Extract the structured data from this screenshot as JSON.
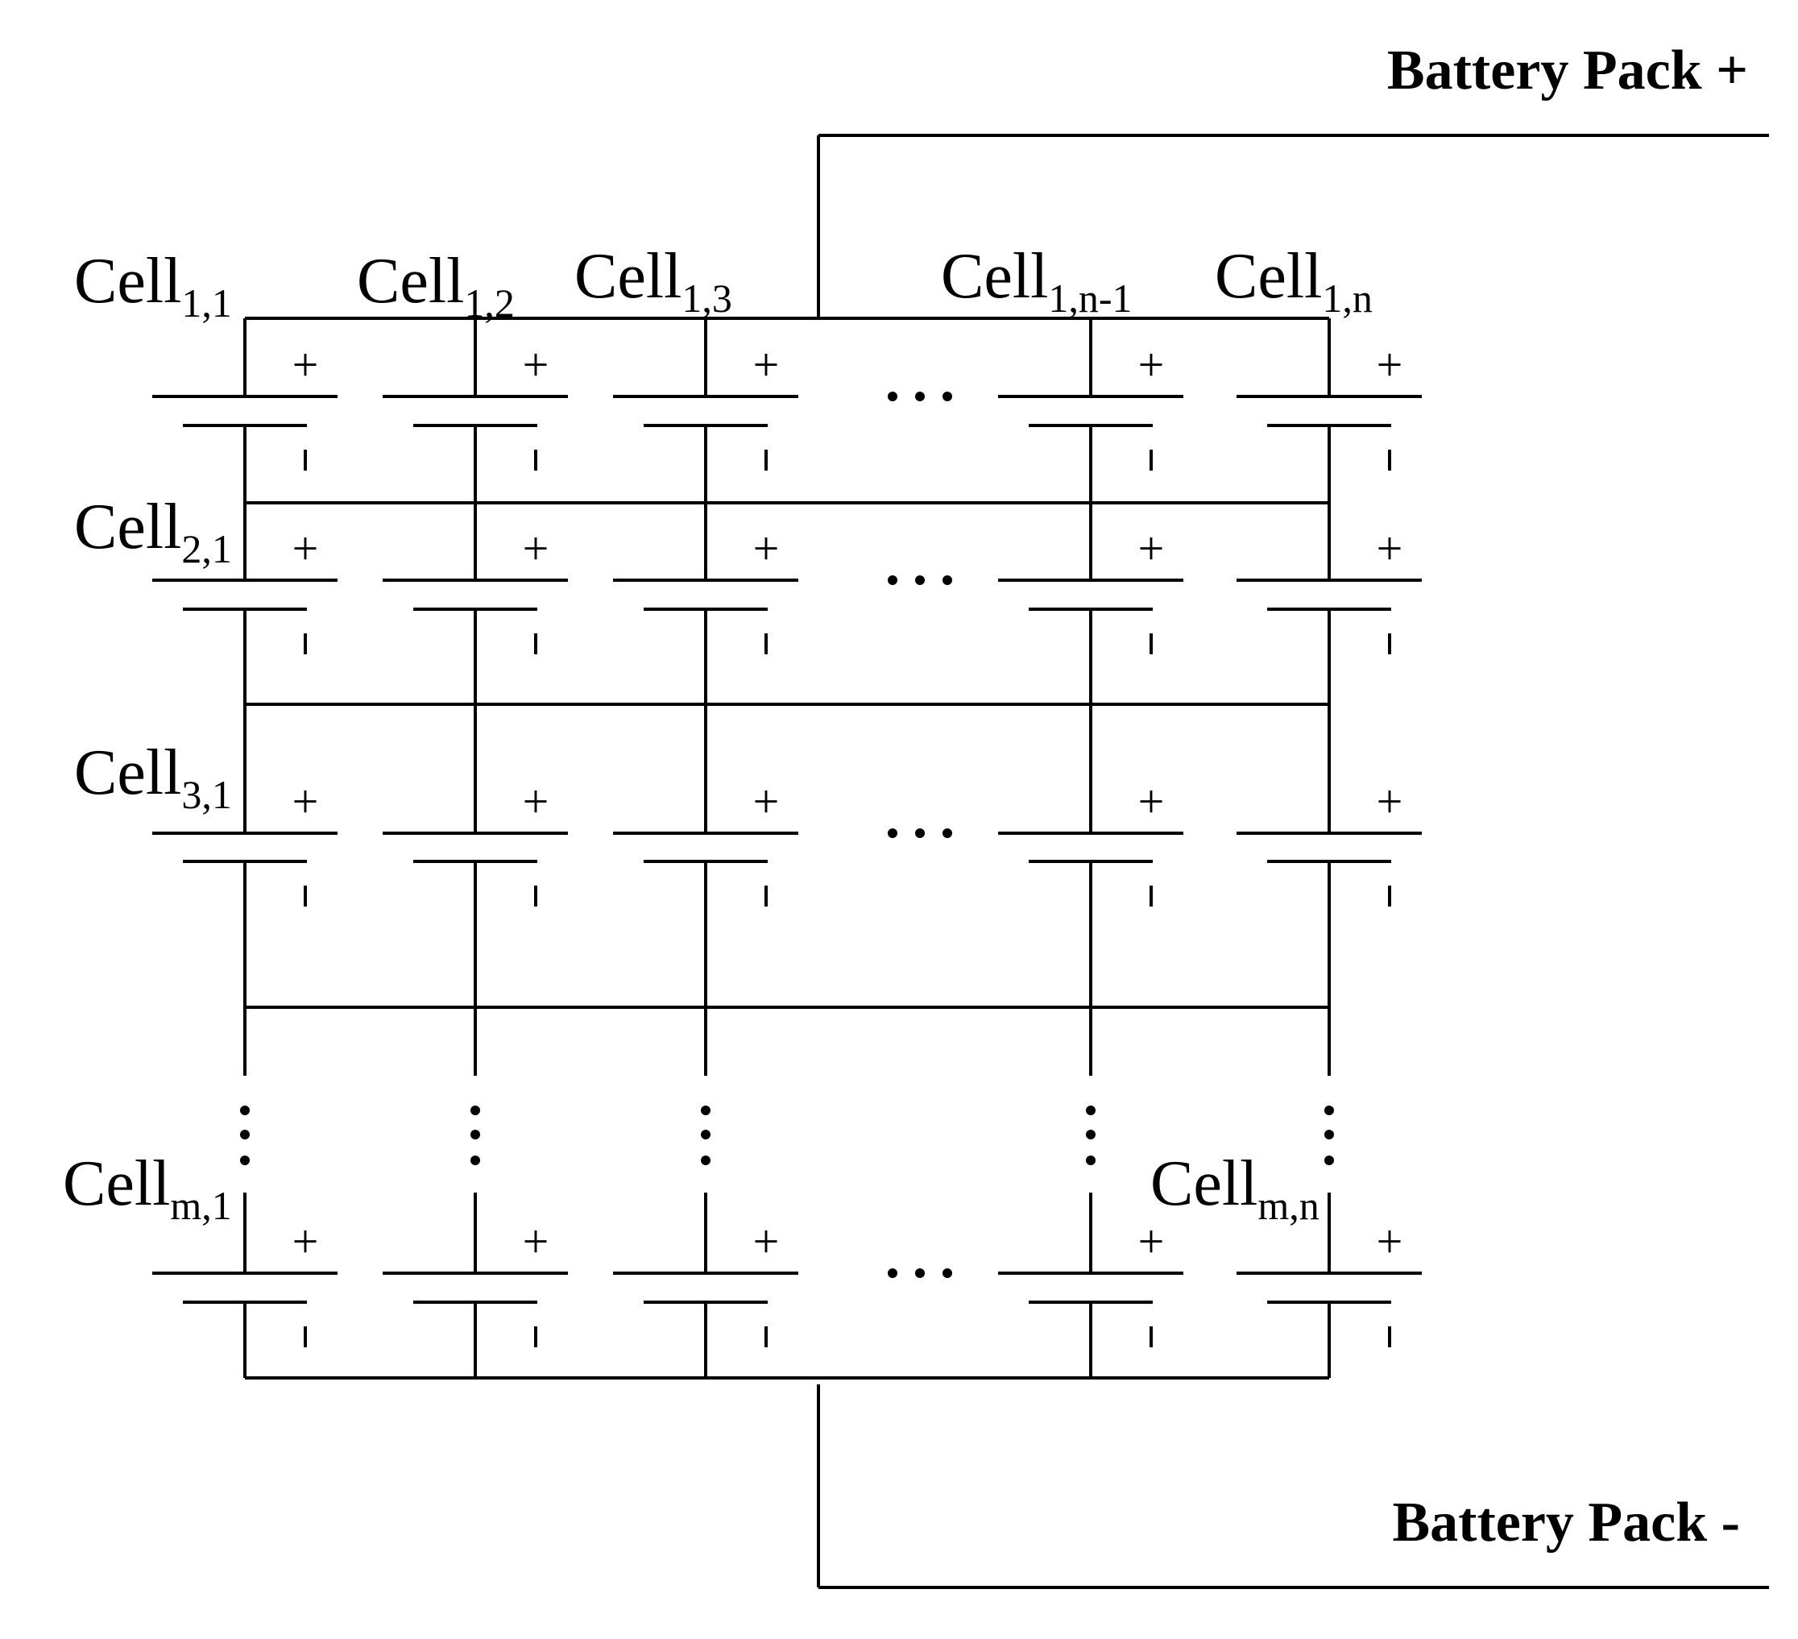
{
  "labels": {
    "pack_positive": "Battery Pack +",
    "pack_negative": "Battery Pack -",
    "plus_sign": "+",
    "minus_sign": "-",
    "cell_prefix": "Cell"
  },
  "cell_labels": [
    {
      "id": "cell-1-1",
      "sub": "1,1"
    },
    {
      "id": "cell-1-2",
      "sub": "1,2"
    },
    {
      "id": "cell-1-3",
      "sub": "1,3"
    },
    {
      "id": "cell-1-n-1",
      "sub": "1,n-1"
    },
    {
      "id": "cell-1-n",
      "sub": "1,n"
    },
    {
      "id": "cell-2-1",
      "sub": "2,1"
    },
    {
      "id": "cell-3-1",
      "sub": "3,1"
    },
    {
      "id": "cell-m-1",
      "sub": "m,1"
    },
    {
      "id": "cell-m-n",
      "sub": "m,n"
    }
  ]
}
